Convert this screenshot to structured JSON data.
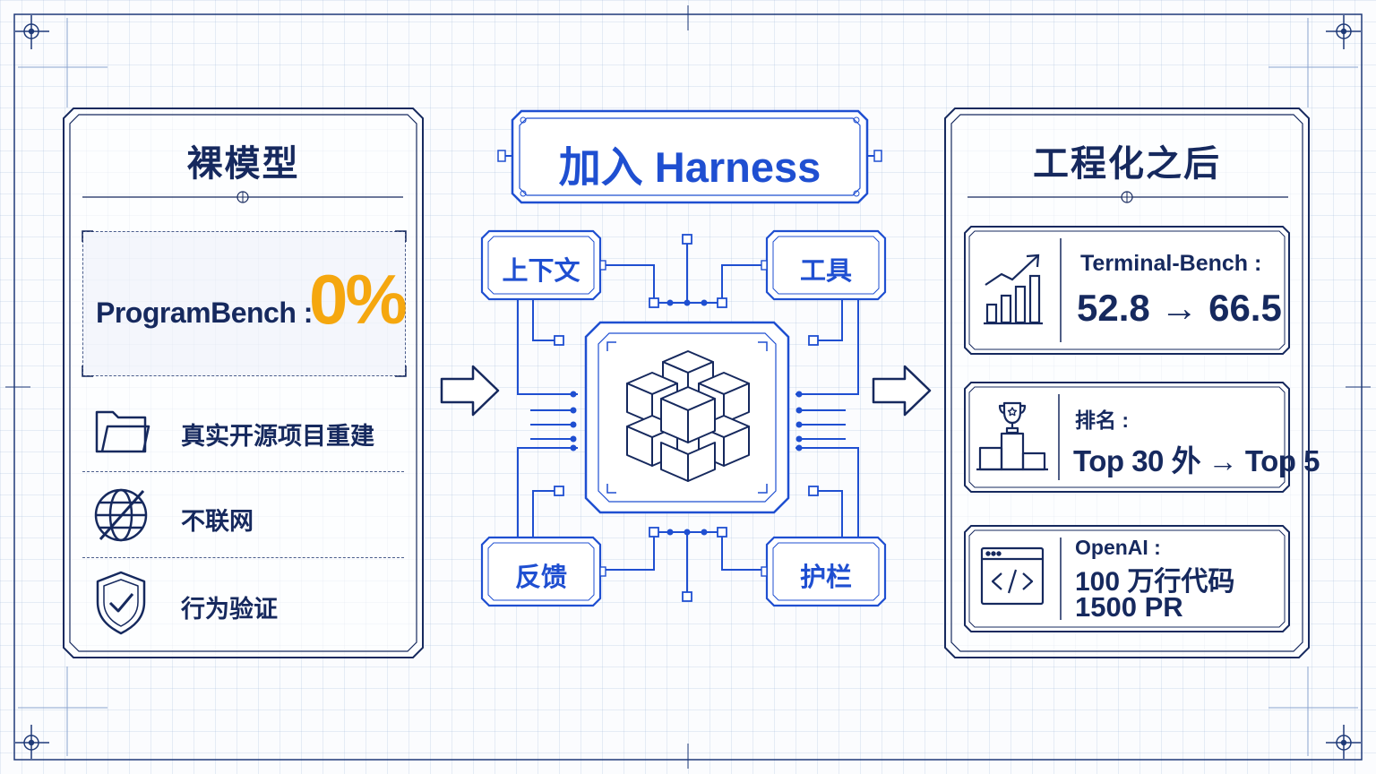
{
  "left_panel": {
    "title": "裸模型",
    "benchmark_label": "ProgramBench :",
    "benchmark_value": "0%",
    "items": [
      {
        "icon": "folder-icon",
        "label": "真实开源项目重建"
      },
      {
        "icon": "globe-crossed-icon",
        "label": "不联网"
      },
      {
        "icon": "shield-check-icon",
        "label": "行为验证"
      }
    ]
  },
  "center": {
    "title": "加入 Harness",
    "nodes": {
      "top_left": "上下文",
      "top_right": "工具",
      "bottom_left": "反馈",
      "bottom_right": "护栏"
    },
    "core_icon": "cube-stack-icon"
  },
  "right_panel": {
    "title": "工程化之后",
    "cards": [
      {
        "icon": "bar-chart-trend-icon",
        "label": "Terminal-Bench :",
        "value": "52.8 → 66.5"
      },
      {
        "icon": "podium-trophy-icon",
        "label": "排名 :",
        "value": "Top 30 外 → Top 5"
      },
      {
        "icon": "code-window-icon",
        "label": "OpenAI :",
        "value_line1": "100 万行代码",
        "value_line2": "1500 PR"
      }
    ]
  },
  "colors": {
    "navy": "#16295e",
    "blue": "#1f4fd1",
    "orange": "#f5a70f",
    "frame": "#1f3a78"
  }
}
